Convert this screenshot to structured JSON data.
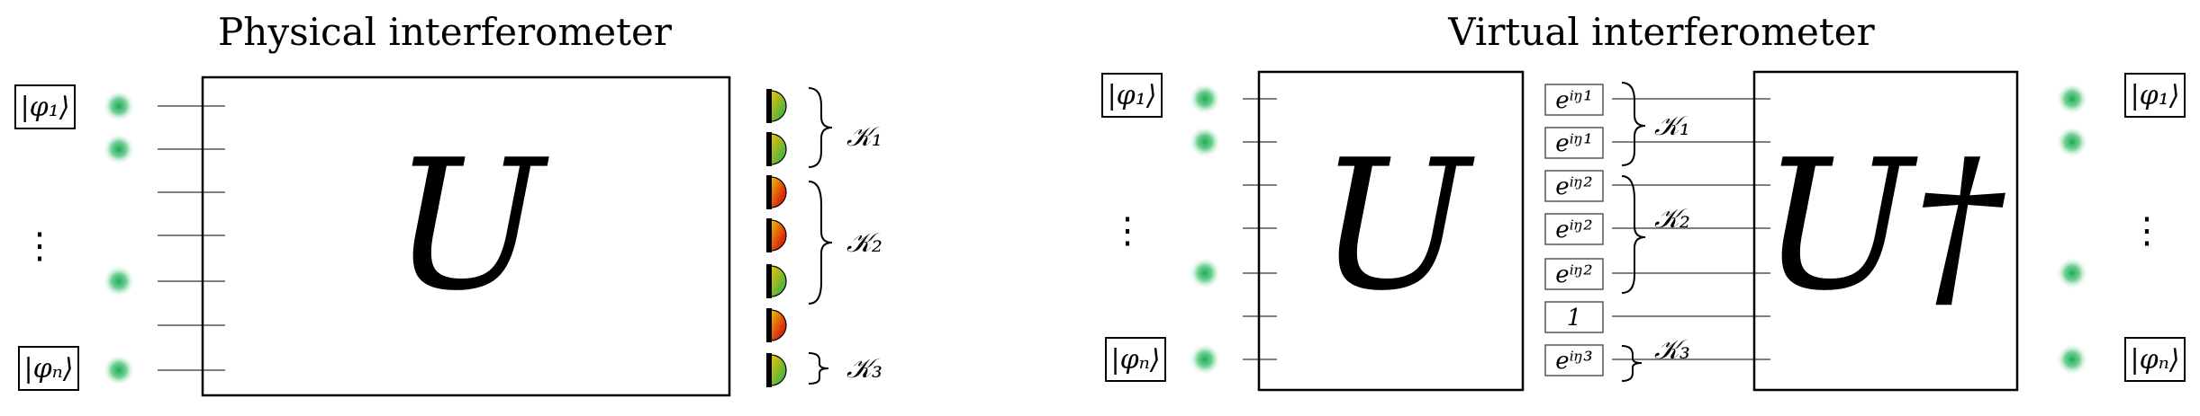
{
  "physical": {
    "title": "Physical interferometer",
    "input_kets": [
      "|φ₁⟩",
      "|φₙ⟩"
    ],
    "vdots": "⋮",
    "unitary": "U",
    "groups": [
      "𝒦₁",
      "𝒦₂",
      "𝒦₃"
    ],
    "detector_colors": [
      "green",
      "green",
      "red",
      "red",
      "green",
      "red",
      "green"
    ]
  },
  "virtual": {
    "title": "Virtual interferometer",
    "input_kets": [
      "|φ₁⟩",
      "|φₙ⟩"
    ],
    "output_kets": [
      "|φ₁⟩",
      "|φₙ⟩"
    ],
    "vdots": "⋮",
    "unitary_left": "U",
    "unitary_right": "U†",
    "phases": [
      "eⁱᵑ¹",
      "eⁱᵑ¹",
      "eⁱᵑ²",
      "eⁱᵑ²",
      "eⁱᵑ²",
      "1",
      "eⁱᵑ³"
    ],
    "groups": [
      "𝒦₁",
      "𝒦₂",
      "𝒦₃"
    ]
  },
  "colors": {
    "photon": "#22b35a",
    "detector_green": "#66bb33",
    "detector_red": "#dd3311",
    "detector_hi": "#f2c200",
    "line": "#555555"
  }
}
